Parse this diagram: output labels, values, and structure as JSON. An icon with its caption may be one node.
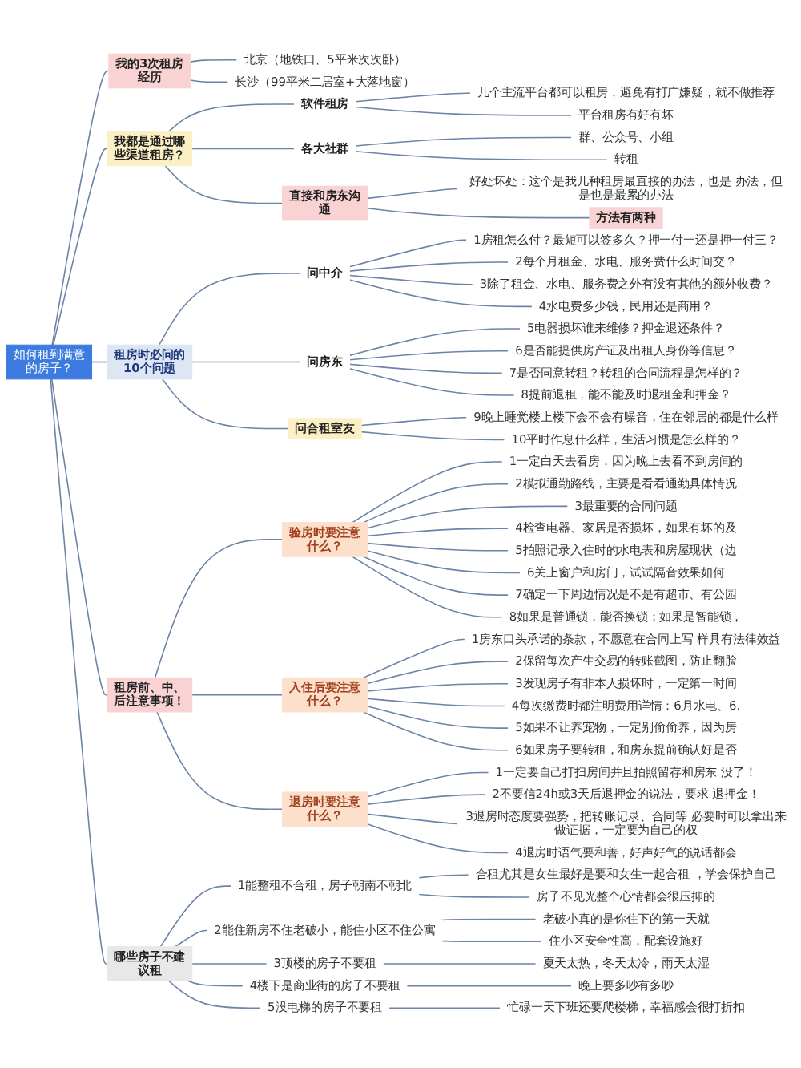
{
  "diagram": {
    "nodes": [
      {
        "text": [
          "如何租到满意的房子？"
        ]
      },
      {
        "text": [
          "我的3次租房经历"
        ]
      },
      {
        "text": [
          "北京（地铁口、5平米次次卧）"
        ]
      },
      {
        "text": [
          "长沙（99平米二居室+大落地窗）"
        ]
      },
      {
        "text": [
          "我都是通过哪些渠道租房？"
        ]
      },
      {
        "text": [
          "软件租房"
        ]
      },
      {
        "text": [
          "几个主流平台都可以租房，避免有打广嫌疑，就不做推荐"
        ]
      },
      {
        "text": [
          "平台租房有好有坏"
        ]
      },
      {
        "text": [
          "各大社群"
        ]
      },
      {
        "text": [
          "群、公众号、小组"
        ]
      },
      {
        "text": [
          "转租"
        ]
      },
      {
        "text": [
          "直接和房东沟通"
        ]
      },
      {
        "text": [
          "好处坏处：这个是我几种租房最直接的办法，也是 办法，但是也是最累的办法"
        ]
      },
      {
        "text": [
          "方法有两种"
        ]
      },
      {
        "text": [
          "租房时必问的10个问题"
        ]
      },
      {
        "text": [
          "问中介"
        ]
      },
      {
        "text": [
          "1房租怎么付？最短可以签多久？押一付一还是押一付三？"
        ]
      },
      {
        "text": [
          "2每个月租金、水电、服务费什么时间交？"
        ]
      },
      {
        "text": [
          "3除了租金、水电、服务费之外有没有其他的额外收费？"
        ]
      },
      {
        "text": [
          "4水电费多少钱，民用还是商用？"
        ]
      },
      {
        "text": [
          "问房东"
        ]
      },
      {
        "text": [
          "5电器损坏谁来维修？押金退还条件？"
        ]
      },
      {
        "text": [
          "6是否能提供房产证及出租人身份等信息？"
        ]
      },
      {
        "text": [
          "7是否同意转租？转租的合同流程是怎样的？"
        ]
      },
      {
        "text": [
          "8提前退租，能不能及时退租金和押金？"
        ]
      },
      {
        "text": [
          "问合租室友"
        ]
      },
      {
        "text": [
          "9晚上睡觉楼上楼下会不会有噪音，住在邻居的都是什么样"
        ]
      },
      {
        "text": [
          "10平时作息什么样，生活习惯是怎么样的？"
        ]
      },
      {
        "text": [
          "租房前、中、后注意事项！"
        ]
      },
      {
        "text": [
          "验房时要注意什么？"
        ]
      },
      {
        "text": [
          "1一定白天去看房，因为晚上去看不到房间的"
        ]
      },
      {
        "text": [
          "2模拟通勤路线，主要是看看通勤具体情况"
        ]
      },
      {
        "text": [
          "3最重要的合同问题"
        ]
      },
      {
        "text": [
          "4检查电器、家居是否损坏，如果有坏的及"
        ]
      },
      {
        "text": [
          "5拍照记录入住时的水电表和房屋现状（边"
        ]
      },
      {
        "text": [
          "6关上窗户和房门，试试隔音效果如何"
        ]
      },
      {
        "text": [
          "7确定一下周边情况是不是有超市、有公园"
        ]
      },
      {
        "text": [
          "8如果是普通锁，能否换锁；如果是智能锁，"
        ]
      },
      {
        "text": [
          "入住后要注意什么？"
        ]
      },
      {
        "text": [
          "1房东口头承诺的条款，不愿意在合同上写 样具有法律效益"
        ]
      },
      {
        "text": [
          "2保留每次产生交易的转账截图，防止翻脸"
        ]
      },
      {
        "text": [
          "3发现房子有非本人损坏时，一定第一时间"
        ]
      },
      {
        "text": [
          "4每次缴费时都注明费用详情：6月水电、6."
        ]
      },
      {
        "text": [
          "5如果不让养宠物，一定别偷偷养，因为房"
        ]
      },
      {
        "text": [
          "6如果房子要转租，和房东提前确认好是否"
        ]
      },
      {
        "text": [
          "退房时要注意什么？"
        ]
      },
      {
        "text": [
          "1一定要自己打扫房间并且拍照留存和房东 没了！"
        ]
      },
      {
        "text": [
          "2不要信24h或3天后退押金的说法，要求 退押金！"
        ]
      },
      {
        "text": [
          "3退房时态度要强势，把转账记录、合同等 必要时可以拿出来做证据，一定要为自己的权"
        ]
      },
      {
        "text": [
          "4退房时语气要和善，好声好气的说话都会"
        ]
      },
      {
        "text": [
          "哪些房子不建议租"
        ]
      },
      {
        "text": [
          "1能整租不合租，房子朝南不朝北"
        ]
      },
      {
        "text": [
          "合租尤其是女生最好是要和女生一起合租 ，学会保护自己"
        ]
      },
      {
        "text": [
          "房子不见光整个心情都会很压抑的"
        ]
      },
      {
        "text": [
          "2能住新房不住老破小，能住小区不住公寓"
        ]
      },
      {
        "text": [
          "老破小真的是你住下的第一天就"
        ]
      },
      {
        "text": [
          "住小区安全性高，配套设施好"
        ]
      },
      {
        "text": [
          "3顶楼的房子不要租"
        ]
      },
      {
        "text": [
          "夏天太热，冬天太冷，雨天太湿"
        ]
      },
      {
        "text": [
          "4楼下是商业街的房子不要租"
        ]
      },
      {
        "text": [
          "晚上要多吵有多吵"
        ]
      },
      {
        "text": [
          "5没电梯的房子不要租"
        ]
      },
      {
        "text": [
          "忙碌一天下班还要爬楼梯，幸福感会很打折扣"
        ]
      }
    ],
    "edges": [
      {
        "from": 0,
        "to": 1,
        "arrow": "none"
      },
      {
        "from": 1,
        "to": 2,
        "arrow": "none"
      },
      {
        "from": 1,
        "to": 3,
        "arrow": "none"
      },
      {
        "from": 0,
        "to": 4,
        "arrow": "none"
      },
      {
        "from": 4,
        "to": 5,
        "arrow": "none"
      },
      {
        "from": 5,
        "to": 6,
        "arrow": "none"
      },
      {
        "from": 5,
        "to": 7,
        "arrow": "none"
      },
      {
        "from": 4,
        "to": 8,
        "arrow": "none"
      },
      {
        "from": 8,
        "to": 9,
        "arrow": "none"
      },
      {
        "from": 8,
        "to": 10,
        "arrow": "none"
      },
      {
        "from": 4,
        "to": 11,
        "arrow": "none"
      },
      {
        "from": 11,
        "to": 12,
        "arrow": "none"
      },
      {
        "from": 11,
        "to": 13,
        "arrow": "none"
      },
      {
        "from": 0,
        "to": 14,
        "arrow": "none"
      },
      {
        "from": 14,
        "to": 15,
        "arrow": "none"
      },
      {
        "from": 15,
        "to": 16,
        "arrow": "none"
      },
      {
        "from": 15,
        "to": 17,
        "arrow": "none"
      },
      {
        "from": 15,
        "to": 18,
        "arrow": "none"
      },
      {
        "from": 15,
        "to": 19,
        "arrow": "none"
      },
      {
        "from": 14,
        "to": 20,
        "arrow": "none"
      },
      {
        "from": 20,
        "to": 21,
        "arrow": "none"
      },
      {
        "from": 20,
        "to": 22,
        "arrow": "none"
      },
      {
        "from": 20,
        "to": 23,
        "arrow": "none"
      },
      {
        "from": 20,
        "to": 24,
        "arrow": "none"
      },
      {
        "from": 14,
        "to": 25,
        "arrow": "none"
      },
      {
        "from": 25,
        "to": 26,
        "arrow": "none"
      },
      {
        "from": 25,
        "to": 27,
        "arrow": "none"
      },
      {
        "from": 0,
        "to": 28,
        "arrow": "none"
      },
      {
        "from": 28,
        "to": 29,
        "arrow": "none"
      },
      {
        "from": 29,
        "to": 30,
        "arrow": "none"
      },
      {
        "from": 29,
        "to": 31,
        "arrow": "none"
      },
      {
        "from": 29,
        "to": 32,
        "arrow": "none"
      },
      {
        "from": 29,
        "to": 33,
        "arrow": "none"
      },
      {
        "from": 29,
        "to": 34,
        "arrow": "none"
      },
      {
        "from": 29,
        "to": 35,
        "arrow": "none"
      },
      {
        "from": 29,
        "to": 36,
        "arrow": "none"
      },
      {
        "from": 29,
        "to": 37,
        "arrow": "none"
      },
      {
        "from": 28,
        "to": 38,
        "arrow": "none"
      },
      {
        "from": 38,
        "to": 39,
        "arrow": "none"
      },
      {
        "from": 38,
        "to": 40,
        "arrow": "none"
      },
      {
        "from": 38,
        "to": 41,
        "arrow": "none"
      },
      {
        "from": 38,
        "to": 42,
        "arrow": "none"
      },
      {
        "from": 38,
        "to": 43,
        "arrow": "none"
      },
      {
        "from": 38,
        "to": 44,
        "arrow": "none"
      },
      {
        "from": 28,
        "to": 45,
        "arrow": "none"
      },
      {
        "from": 45,
        "to": 46,
        "arrow": "none"
      },
      {
        "from": 45,
        "to": 47,
        "arrow": "none"
      },
      {
        "from": 45,
        "to": 48,
        "arrow": "none"
      },
      {
        "from": 45,
        "to": 49,
        "arrow": "none"
      },
      {
        "from": 0,
        "to": 50,
        "arrow": "none"
      },
      {
        "from": 50,
        "to": 51,
        "arrow": "none"
      },
      {
        "from": 51,
        "to": 52,
        "arrow": "none"
      },
      {
        "from": 51,
        "to": 53,
        "arrow": "none"
      },
      {
        "from": 50,
        "to": 54,
        "arrow": "none"
      },
      {
        "from": 54,
        "to": 55,
        "arrow": "none"
      },
      {
        "from": 54,
        "to": 56,
        "arrow": "none"
      },
      {
        "from": 50,
        "to": 57,
        "arrow": "none"
      },
      {
        "from": 57,
        "to": 58,
        "arrow": "none"
      },
      {
        "from": 50,
        "to": 59,
        "arrow": "none"
      },
      {
        "from": 59,
        "to": 60,
        "arrow": "none"
      },
      {
        "from": 50,
        "to": 61,
        "arrow": "none"
      },
      {
        "from": 61,
        "to": 62,
        "arrow": "none"
      }
    ]
  }
}
